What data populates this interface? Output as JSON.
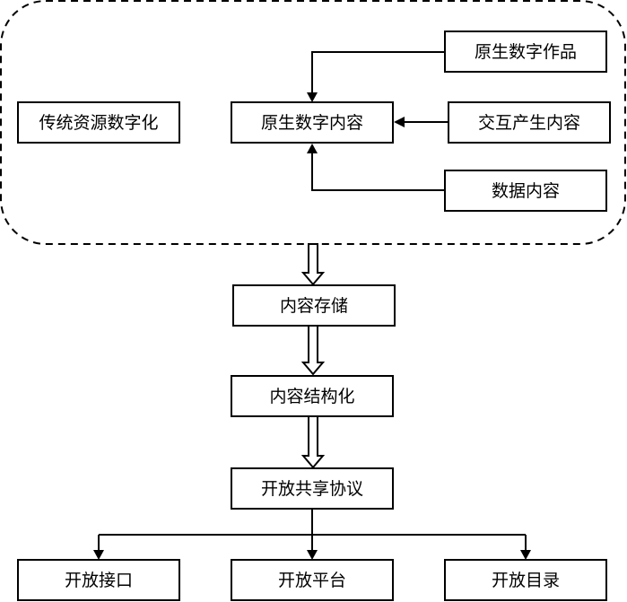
{
  "nodes": {
    "traditional_digitization": "传统资源数字化",
    "native_digital_content": "原生数字内容",
    "native_digital_works": "原生数字作品",
    "interactive_content": "交互产生内容",
    "data_content": "数据内容",
    "content_storage": "内容存储",
    "content_structuring": "内容结构化",
    "open_sharing_protocol": "开放共享协议",
    "open_interface": "开放接口",
    "open_platform": "开放平台",
    "open_catalog": "开放目录"
  }
}
